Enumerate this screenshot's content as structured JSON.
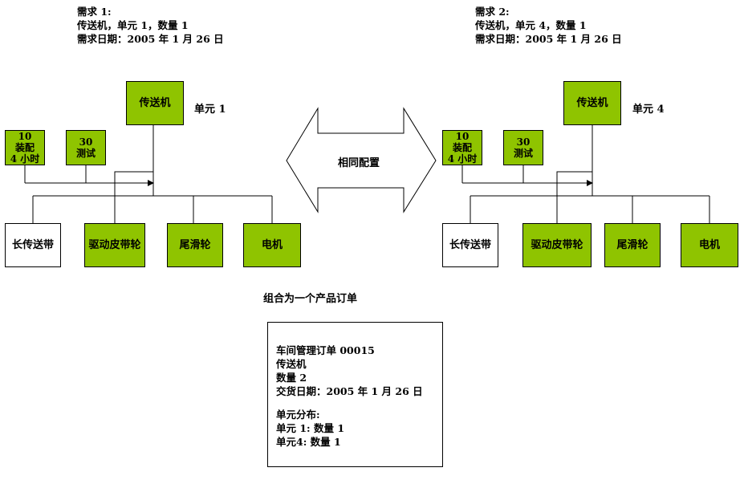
{
  "req1": {
    "line1": "需求 1:",
    "line2": "传送机，单元 1，数量 1",
    "line3": "需求日期：2005 年 1 月 26 日"
  },
  "req2": {
    "line1": "需求 2:",
    "line2": "传送机，单元 4，数量 1",
    "line3": "需求日期：2005 年 1 月 26 日"
  },
  "left": {
    "top_box": "传送机",
    "unit_label": "单元 1",
    "op1": {
      "num": "10",
      "name": "装配",
      "time": "4 小时"
    },
    "op2": {
      "num": "30",
      "name": "测试"
    },
    "parts": [
      "长传送带",
      "驱动皮带轮",
      "尾滑轮",
      "电机"
    ]
  },
  "right": {
    "top_box": "传送机",
    "unit_label": "单元 4",
    "op1": {
      "num": "10",
      "name": "装配",
      "time": "4 小时"
    },
    "op2": {
      "num": "30",
      "name": "测试"
    },
    "parts": [
      "长传送带",
      "驱动皮带轮",
      "尾滑轮",
      "电机"
    ]
  },
  "arrow_label": "相同配置",
  "combine_label": "组合为一个产品订单",
  "order": {
    "line1": "车间管理订单 00015",
    "line2": "传送机",
    "line3": "数量 2",
    "line4": "交货日期：2005 年 1 月 26 日",
    "line5": "单元分布:",
    "line6": "单元 1: 数量 1",
    "line7": "单元4: 数量 1"
  },
  "colors": {
    "green": "#8fc400",
    "border": "#000000",
    "background": "#ffffff"
  }
}
